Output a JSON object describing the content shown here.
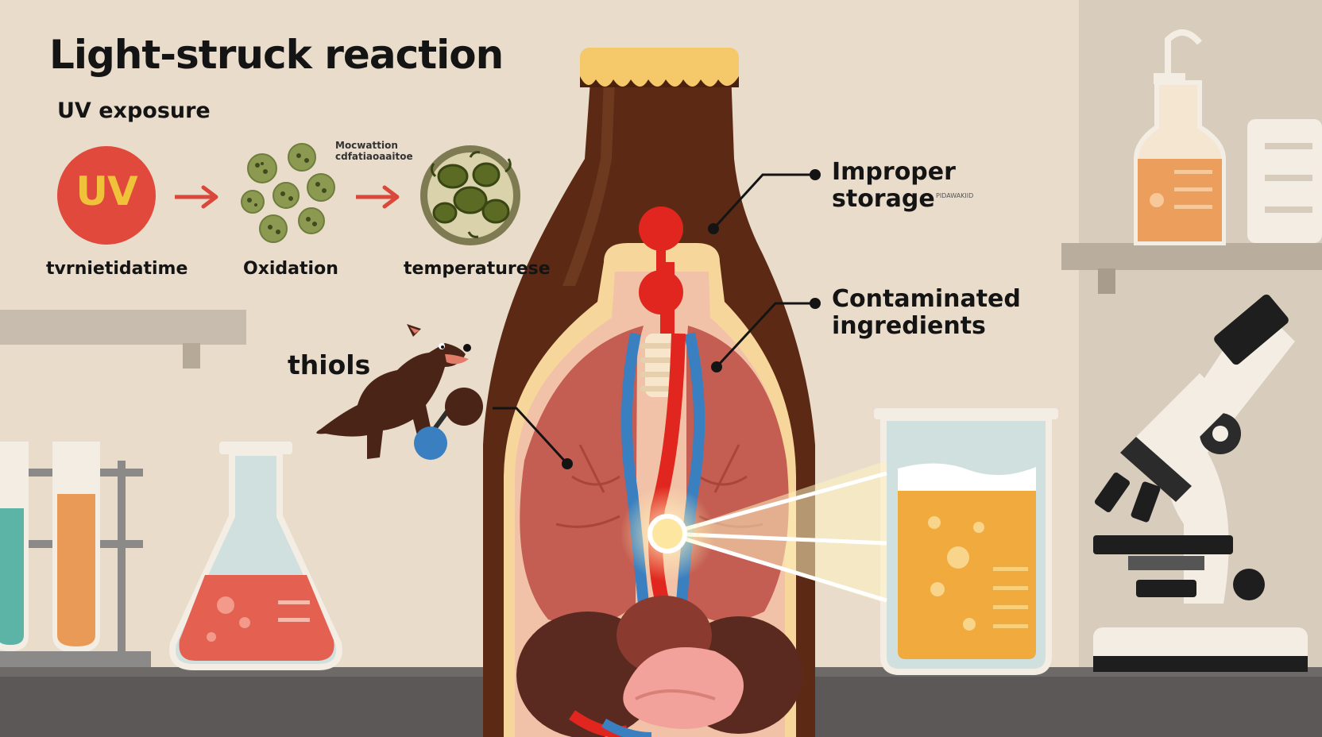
{
  "title": "Light-struck reaction",
  "subtitle": "UV exposure",
  "uv_badge": "UV",
  "steps": [
    {
      "label": "tvrnietidatime"
    },
    {
      "label": "Oxidation"
    },
    {
      "label": "temperaturese"
    }
  ],
  "small_note": [
    "Mocwattion",
    "cdfatiaoaaitoe"
  ],
  "thiols_label": "thiols",
  "callouts": [
    {
      "lines": [
        "Improper",
        "storage"
      ],
      "note": "PIDAWAKIID"
    },
    {
      "lines": [
        "Contaminated",
        "ingredients"
      ]
    }
  ],
  "colors": {
    "background": "#e9dccb",
    "uv_red": "#e0493c",
    "arrow_red": "#d9483b",
    "bottle_brown": "#5c2a14",
    "beer_amber": "#f0a83c",
    "cap_yellow": "#f5c86a"
  }
}
